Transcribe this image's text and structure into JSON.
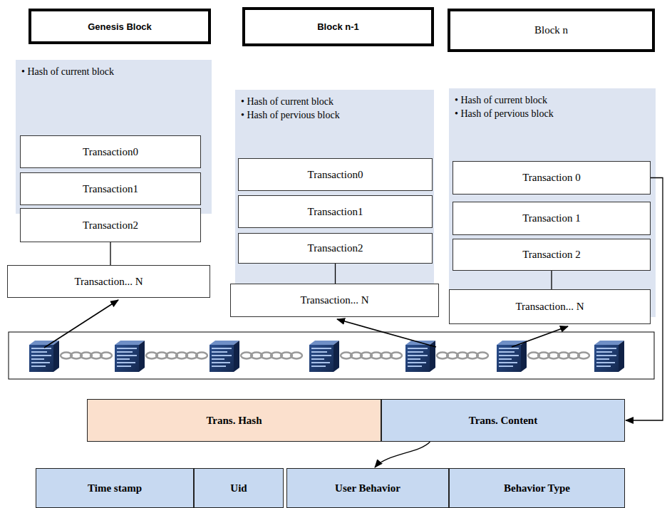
{
  "diagram": {
    "nodes": [
      {
        "text": [
          "Genesis Block"
        ]
      },
      {
        "text": [
          "• Hash of current block"
        ]
      },
      {
        "text": [
          "Transaction0"
        ]
      },
      {
        "text": [
          "Transaction1"
        ]
      },
      {
        "text": [
          "Transaction2"
        ]
      },
      {
        "text": [
          "Transaction... N"
        ]
      },
      {
        "text": [
          "Block n-1"
        ]
      },
      {
        "text": [
          "• Hash of current block",
          "• Hash of pervious block"
        ]
      },
      {
        "text": [
          "Transaction0"
        ]
      },
      {
        "text": [
          "Transaction1"
        ]
      },
      {
        "text": [
          "Transaction2"
        ]
      },
      {
        "text": [
          "Transaction... N"
        ]
      },
      {
        "text": [
          "Block n"
        ]
      },
      {
        "text": [
          "• Hash of current block",
          "• Hash of pervious block"
        ]
      },
      {
        "text": [
          "Transaction 0"
        ]
      },
      {
        "text": [
          "Transaction 1"
        ]
      },
      {
        "text": [
          "Transaction 2"
        ]
      },
      {
        "text": [
          "Transaction... N"
        ]
      },
      {
        "text": [
          "Trans. Hash"
        ]
      },
      {
        "text": [
          "Trans. Content"
        ]
      },
      {
        "text": [
          "Time stamp"
        ]
      },
      {
        "text": [
          "Uid"
        ]
      },
      {
        "text": [
          "User Behavior"
        ]
      },
      {
        "text": [
          "Behavior Type"
        ]
      }
    ],
    "edges": [
      {
        "from": 4,
        "to": 5,
        "arrow": "none"
      },
      {
        "from": 10,
        "to": 11,
        "arrow": "none"
      },
      {
        "from": 16,
        "to": 17,
        "arrow": "none"
      },
      {
        "from": 14,
        "to": 19,
        "arrow": "to"
      },
      {
        "from": 19,
        "to": 22,
        "arrow": "to"
      }
    ]
  }
}
